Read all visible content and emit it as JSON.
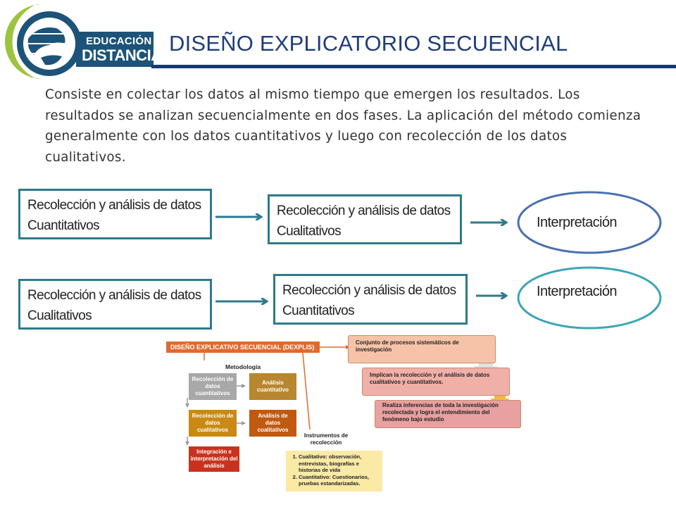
{
  "header": {
    "title": "DISEÑO EXPLICATORIO SECUENCIAL",
    "logo_line1": "EDUCACIÓN A",
    "logo_line2": "DISTANCIA"
  },
  "intro_text": "Consiste en colectar los datos al mismo tiempo que emergen los resultados. Los resultados se analizan secuencialmente en dos fases. La aplicación del método comienza generalmente con los datos cuantitativos y luego con recolección de los datos cualitativos.",
  "flows": [
    {
      "step1": "Recolección y análisis de datos Cuantitativos",
      "step2": "Recolección y análisis de datos Cualitativos",
      "result": "Interpretación"
    },
    {
      "step1": "Recolección y análisis de datos Cualitativos",
      "step2": "Recolección y análisis de datos Cuantitativos",
      "result": "Interpretación"
    }
  ],
  "dexplis": {
    "header": "DISEÑO EXPLICATIVO SECUENCIAL (DEXPLIS)",
    "methodology_label": "Metodología",
    "boxes": [
      "Recolección de datos cuantitativos",
      "Análisis cuantitativo",
      "Recolección de datos cualitativos",
      "Análisis de datos cualitativos",
      "Integración e interpretación del análisis"
    ],
    "descriptions": [
      "Conjunto de procesos sistemáticos de investigación",
      "Implican la recolección y el análisis de datos cualitativos y cuantitativos.",
      "Realiza inferencias de toda la investigación recolectada y logra el entendimiento del fenómeno bajo estudio"
    ],
    "instruments_label": "Instrumentos de recolección",
    "instruments": [
      "Cualitativo: observación, entrevistas, biografías e historias de vida",
      "Cuantitativo: Cuestionarios, pruebas estandarizadas."
    ]
  },
  "colors": {
    "title": "#1f3d7a",
    "flow_border": "#2e7a8c",
    "ellipse_1": "#4a6fb0",
    "ellipse_2": "#3aa6b8",
    "dexplis_orange": "#e06a2e"
  }
}
